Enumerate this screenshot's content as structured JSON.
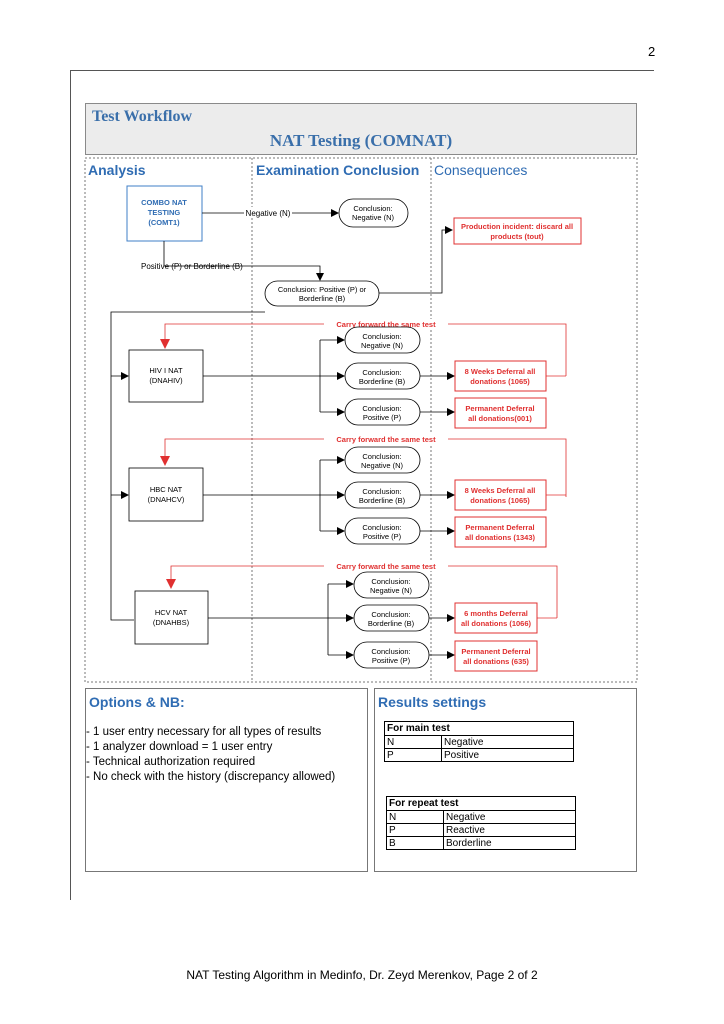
{
  "page": {
    "number": "2",
    "footer": "NAT Testing Algorithm in Medinfo, Dr. Zeyd Merenkov, Page 2 of 2"
  },
  "header": {
    "title": "Test Workflow",
    "subtitle": "NAT Testing (COMNAT)"
  },
  "columns": {
    "analysis": "Analysis",
    "conclusion": "Examination Conclusion",
    "consequences": "Consequences"
  },
  "combo": {
    "box": [
      "COMBO NAT",
      "TESTING",
      "(COMT1)"
    ],
    "negative_edge": "Negative (N)",
    "negative_conclusion": [
      "Conclusion:",
      "Negative (N)"
    ],
    "incident": [
      "Production incident: discard all",
      "products (tout)"
    ],
    "positive_edge": "Positive (P) or Borderline (B)",
    "positive_conclusion": [
      "Conclusion: Positive (P) or",
      "Borderline (B)"
    ]
  },
  "carry_forward": "Carry forward the same test",
  "tests": [
    {
      "box": [
        "HIV I NAT",
        "(DNAHIV)"
      ],
      "neg": [
        "Conclusion:",
        "Negative (N)"
      ],
      "bord": [
        "Conclusion:",
        "Borderline (B)"
      ],
      "pos": [
        "Conclusion:",
        "Positive (P)"
      ],
      "bord_consequence": [
        "8 Weeks Deferral all",
        "donations (1065)"
      ],
      "pos_consequence": [
        "Permanent Deferral",
        "all donations(001)"
      ]
    },
    {
      "box": [
        "HBC NAT",
        "(DNAHCV)"
      ],
      "neg": [
        "Conclusion:",
        "Negative (N)"
      ],
      "bord": [
        "Conclusion:",
        "Borderline (B)"
      ],
      "pos": [
        "Conclusion:",
        "Positive (P)"
      ],
      "bord_consequence": [
        "8 Weeks Deferral all",
        "donations (1065)"
      ],
      "pos_consequence": [
        "Permanent Deferral",
        "all donations (1343)"
      ]
    },
    {
      "box": [
        "HCV NAT",
        "(DNAHBS)"
      ],
      "neg": [
        "Conclusion:",
        "Negative (N)"
      ],
      "bord": [
        "Conclusion:",
        "Borderline (B)"
      ],
      "pos": [
        "Conclusion:",
        "Positive (P)"
      ],
      "bord_consequence": [
        "6 months Deferral",
        "all donations (1066)"
      ],
      "pos_consequence": [
        "Permanent Deferral",
        "all donations (635)"
      ]
    }
  ],
  "options": {
    "title": "Options & NB:",
    "items": [
      "- 1 user entry necessary for all types of results",
      "- 1 analyzer download = 1 user entry",
      "- Technical authorization required",
      "- No check with the history (discrepancy allowed)"
    ]
  },
  "results": {
    "title": "Results settings",
    "main": {
      "header": "For main test",
      "rows": [
        [
          "N",
          "Negative"
        ],
        [
          "P",
          "Positive"
        ]
      ]
    },
    "repeat": {
      "header": "For repeat test",
      "rows": [
        [
          "N",
          "Negative"
        ],
        [
          "P",
          "Reactive"
        ],
        [
          "B",
          "Borderline"
        ]
      ]
    }
  },
  "colors": {
    "accent": "#2f6cb3",
    "alert": "#e03030"
  }
}
